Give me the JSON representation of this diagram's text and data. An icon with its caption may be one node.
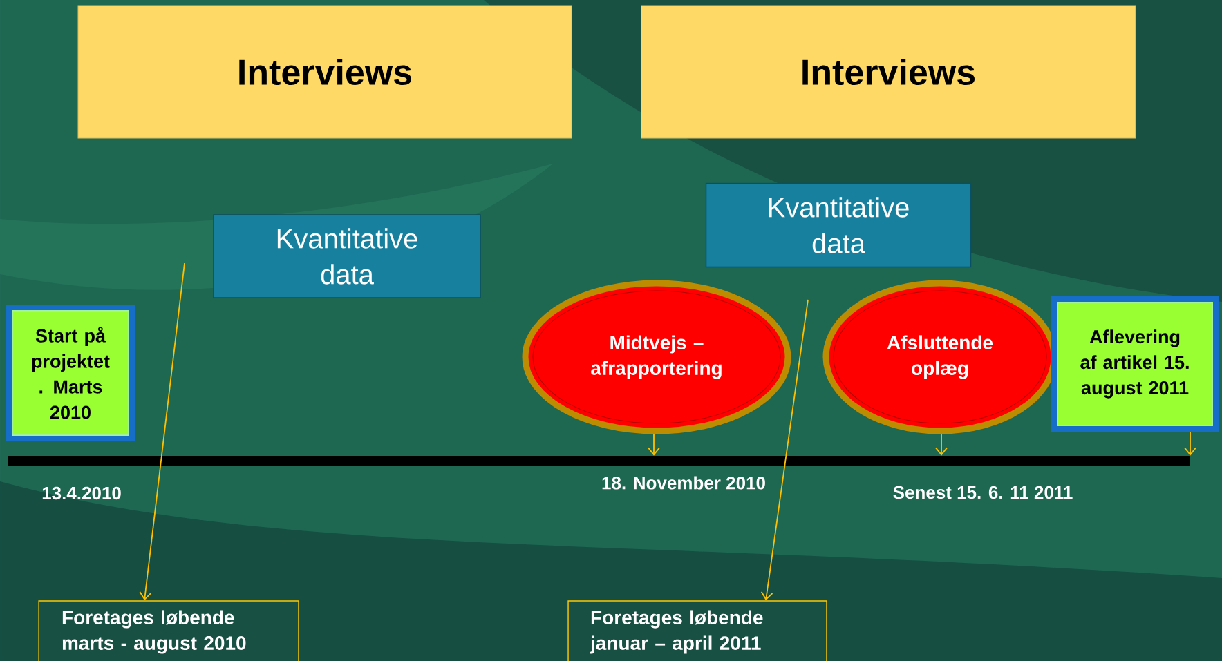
{
  "diagram": {
    "nodes": [
      {
        "text": [
          "Interviews"
        ]
      },
      {
        "text": [
          "Interviews"
        ]
      },
      {
        "text": [
          "Kvantitative data"
        ]
      },
      {
        "text": [
          "Kvantitative data"
        ]
      },
      {
        "text": [
          "Start på projektet . Marts 2010"
        ]
      },
      {
        "text": [
          "Midtvejs – afrapportering"
        ]
      },
      {
        "text": [
          "Afsluttende oplæg"
        ]
      },
      {
        "text": [
          "Aflevering af artikel 15. august 2011"
        ]
      },
      {
        "text": [
          "Foretages løbende marts - august 2010"
        ]
      },
      {
        "text": [
          "Foretages løbende januar – april 2011"
        ]
      },
      {
        "text": [],
        "shape": "bar"
      }
    ],
    "edges": [
      {
        "from": null,
        "to": 8,
        "arrow": "to"
      },
      {
        "from": null,
        "to": 9,
        "arrow": "to"
      },
      {
        "from": 5,
        "to": 10,
        "arrow": "to"
      },
      {
        "from": 6,
        "to": 10,
        "arrow": "to"
      },
      {
        "from": 7,
        "to": 10,
        "arrow": "to"
      }
    ],
    "labels": [
      "13.4.2010",
      "18. November 2010",
      "Senest 15. 6. 11 2011"
    ]
  }
}
